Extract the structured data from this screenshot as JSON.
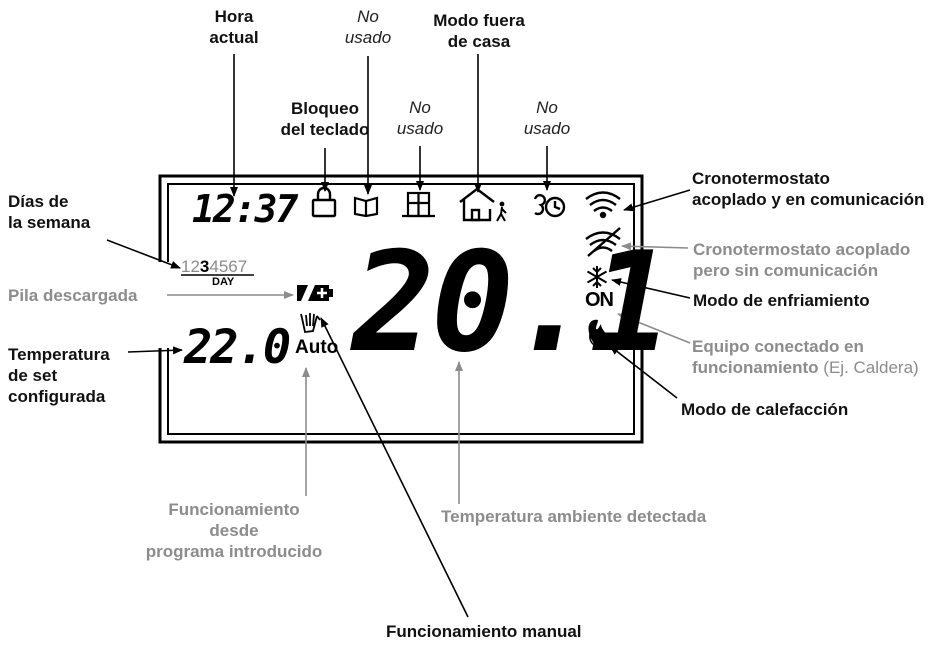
{
  "labels": {
    "hora_actual": [
      "Hora",
      "actual"
    ],
    "no_usado_top": [
      "No",
      "usado"
    ],
    "modo_fuera": [
      "Modo fuera",
      "de casa"
    ],
    "bloqueo": [
      "Bloqueo",
      "del teclado"
    ],
    "no_usado_mid": [
      "No",
      "usado"
    ],
    "no_usado_right": [
      "No",
      "usado"
    ],
    "crono_ok": [
      "Cronotermostato",
      "acoplado y en comunicación"
    ],
    "dias": [
      "Días de",
      "la semana"
    ],
    "crono_sin": [
      "Cronotermostato acoplado",
      "pero sin comunicación"
    ],
    "pila": "Pila descargada",
    "enfriamiento": "Modo de enfriamiento",
    "temp_set": [
      "Temperatura",
      "de set",
      "configurada"
    ],
    "equipo_line1": "Equipo conectado en",
    "equipo_line2_bold": "funcionamiento",
    "equipo_line2_normal": " (Ej. Caldera)",
    "calefaccion": "Modo de calefacción",
    "func_programa": [
      "Funcionamiento",
      "desde",
      "programa introducido"
    ],
    "temp_ambiente": "Temperatura ambiente detectada",
    "func_manual": "Funcionamiento manual"
  },
  "display": {
    "clock": "12:37",
    "days_prefix": "12",
    "days_active": "3",
    "days_suffix": "4567",
    "day_label": "DAY",
    "set_temp": "22.0",
    "ambient_temp": "20.1",
    "auto_label": "Auto",
    "on_label": "ON"
  },
  "colors": {
    "black": "#000000",
    "gray": "#8c8c8c"
  }
}
